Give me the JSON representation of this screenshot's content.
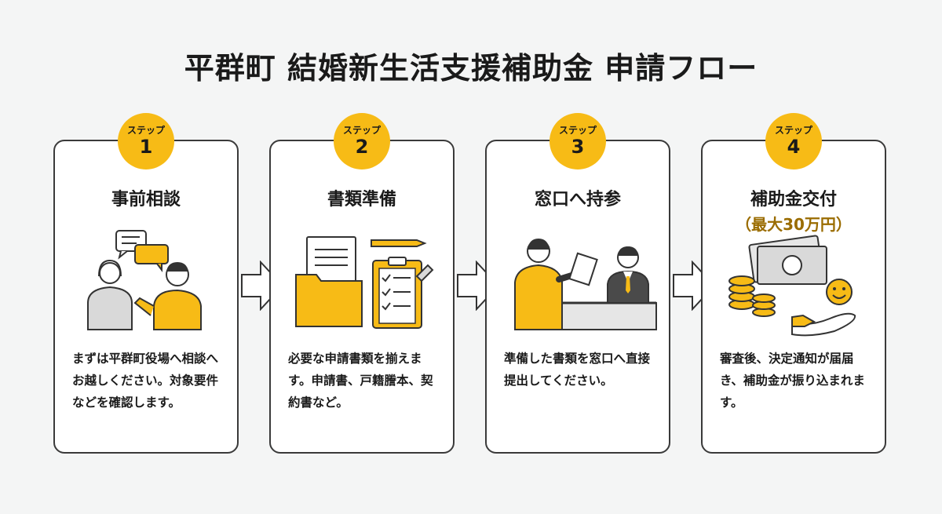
{
  "title": "平群町 結婚新生活支援補助金 申請フロー",
  "colors": {
    "accent": "#f7bb16",
    "border": "#3a3a3a",
    "background": "#f4f5f5",
    "highlight": "#9a6c00"
  },
  "steps": [
    {
      "label": "ステップ",
      "number": "1",
      "title": "事前相談",
      "subtitle": "",
      "icon": "consultation-icon",
      "description": "まずは平群町役場へ相談へお越しください。対象要件などを確認します。"
    },
    {
      "label": "ステップ",
      "number": "2",
      "title": "書類準備",
      "subtitle": "",
      "icon": "documents-icon",
      "description": "必要な申請書類を揃えます。申請書、戸籍謄本、契約書など。"
    },
    {
      "label": "ステップ",
      "number": "3",
      "title": "窓口へ持参",
      "subtitle": "",
      "icon": "counter-submission-icon",
      "description": "準備した書類を窓口へ直接提出してください。"
    },
    {
      "label": "ステップ",
      "number": "4",
      "title": "補助金交付",
      "subtitle": "（最大30万円）",
      "icon": "money-payment-icon",
      "description": "審査後、決定通知が届届き、補助金が振り込まれます。"
    }
  ]
}
